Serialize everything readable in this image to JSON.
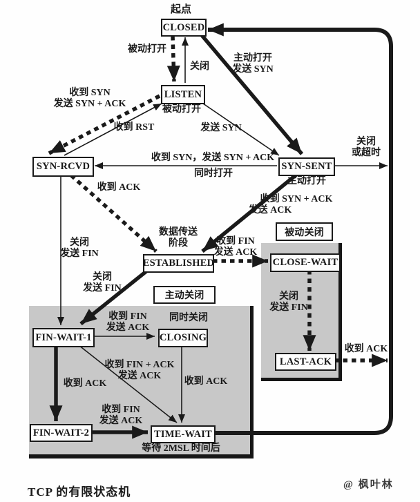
{
  "title": "TCP 的有限状态机",
  "watermark": "@ 枫叶林",
  "colors": {
    "line": "#1a1a1a",
    "shade": "#c8c8c8",
    "background": "#fefefe"
  },
  "states": {
    "closed": "CLOSED",
    "listen": "LISTEN",
    "syn_rcvd": "SYN-RCVD",
    "syn_sent": "SYN-SENT",
    "established": "ESTABLISHED",
    "close_wait": "CLOSE-WAIT",
    "fin_wait_1": "FIN-WAIT-1",
    "closing": "CLOSING",
    "last_ack": "LAST-ACK",
    "fin_wait_2": "FIN-WAIT-2",
    "time_wait": "TIME-WAIT"
  },
  "region_labels": {
    "active_close": "主动关闭",
    "passive_close": "被动关闭"
  },
  "annotations": {
    "start": "起点",
    "passive_open_from_closed": "被动打开",
    "close_listen_to_closed": "关闭",
    "active_open_send_syn": [
      "主动打开",
      "发送 SYN"
    ],
    "recv_syn_send_synack": [
      "收到 SYN",
      "发送 SYN + ACK"
    ],
    "passive_open_below_listen": "被动打开",
    "recv_rst": "收到 RST",
    "send_syn": "发送 SYN",
    "recv_syn_send_synack_simul": "收到 SYN，发送 SYN + ACK",
    "simultaneous_open": "同时打开",
    "close_or_timeout": [
      "关闭",
      "或超时"
    ],
    "active_open_below_synsent": "主动打开",
    "recv_ack_to_established": "收到 ACK",
    "recv_synack_send_ack": [
      "收到 SYN + ACK",
      "发送 ACK"
    ],
    "data_transfer_phase": [
      "数据传送",
      "阶段"
    ],
    "recv_fin_send_ack_to_closewait": [
      "收到 FIN",
      "发送 ACK"
    ],
    "close_send_fin_synrcvd": [
      "关闭",
      "发送 FIN"
    ],
    "close_send_fin_established": [
      "关闭",
      "发送 FIN"
    ],
    "close_send_fin_closewait": [
      "关闭",
      "发送 FIN"
    ],
    "recv_fin_send_ack_to_closing": [
      "收到 FIN",
      "发送 ACK"
    ],
    "simultaneous_close": "同时关闭",
    "recv_finack_send_ack": [
      "收到 FIN + ACK",
      "发送 ACK"
    ],
    "recv_ack_to_finwait2": "收到 ACK",
    "recv_ack_to_timewait": "收到 ACK",
    "recv_fin_send_ack_to_timewait": [
      "收到 FIN",
      "发送 ACK"
    ],
    "wait_2msl": "等待 2MSL 时间后",
    "recv_ack_from_lastack": "收到 ACK"
  }
}
